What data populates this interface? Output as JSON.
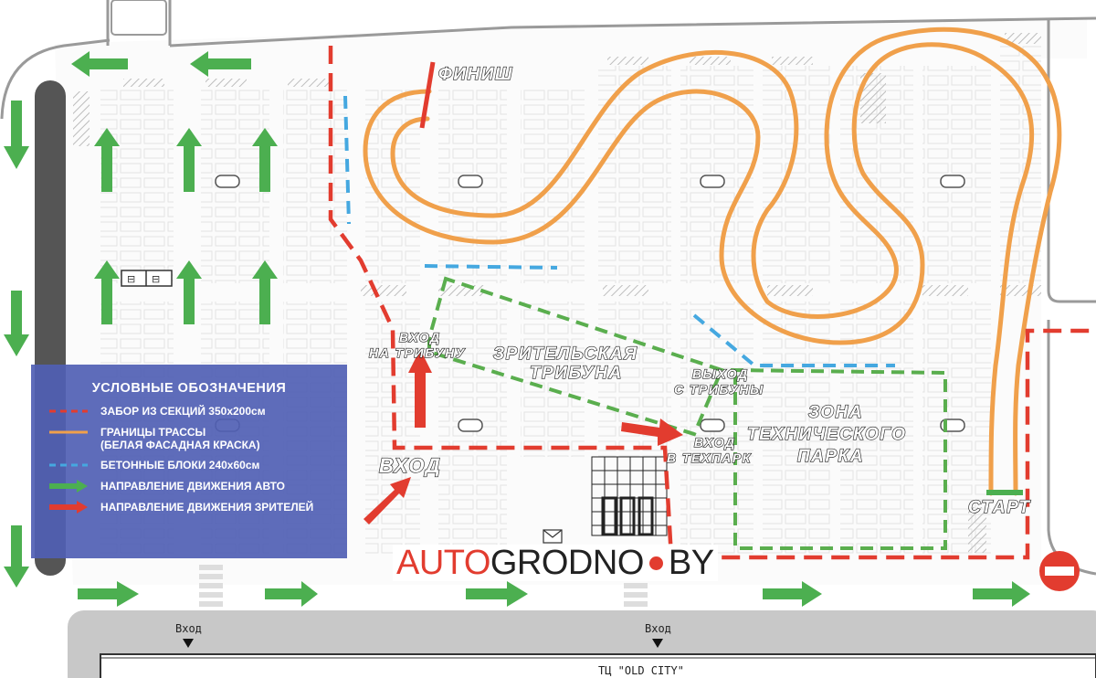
{
  "labels": {
    "finish": "ФИНИШ",
    "start": "СТАРТ",
    "entrance": "ВХОД",
    "entrance_stand_line1": "ВХОД",
    "entrance_stand_line2": "НА ТРИБУНУ",
    "stand_line1": "ЗРИТЕЛЬСКАЯ",
    "stand_line2": "ТРИБУНА",
    "exit_stand_line1": "ВЫХОД",
    "exit_stand_line2": "С ТРИБУНЫ",
    "entrance_tech_line1": "ВХОД",
    "entrance_tech_line2": "В ТЕХПАРК",
    "tech_zone_line1": "ЗОНА",
    "tech_zone_line2": "ТЕХНИЧЕСКОГО",
    "tech_zone_line3": "ПАРКА",
    "mall_entrance_1": "Вход",
    "mall_entrance_2": "Вход",
    "mall_name": "ТЦ \"OLD CITY\""
  },
  "logo": {
    "part1": "AUTO",
    "part2": "GRODNO",
    "part3": "BY"
  },
  "legend": {
    "title": "УСЛОВНЫЕ ОБОЗНАЧЕНИЯ",
    "items": [
      {
        "label_line1": "ЗАБОР ИЗ СЕКЦИЙ 350х200см",
        "label_line2": "",
        "style": "dashed",
        "color": "#e23c2f"
      },
      {
        "label_line1": "ГРАНИЦЫ ТРАССЫ",
        "label_line2": "(БЕЛАЯ ФАСАДНАЯ КРАСКА)",
        "style": "solid",
        "color": "#f0a04b"
      },
      {
        "label_line1": "БЕТОННЫЕ БЛОКИ 240х60см",
        "label_line2": "",
        "style": "dashed",
        "color": "#45a8e0"
      },
      {
        "label_line1": "НАПРАВЛЕНИЕ ДВИЖЕНИЯ АВТО",
        "label_line2": "",
        "style": "arrow",
        "color": "#4caf50"
      },
      {
        "label_line1": "НАПРАВЛЕНИЕ ДВИЖЕНИЯ ЗРИТЕЛЕЙ",
        "label_line2": "",
        "style": "arrow",
        "color": "#e23c2f"
      }
    ]
  },
  "colors": {
    "fence": "#e23c2f",
    "track": "#f0a04b",
    "blocks": "#45a8e0",
    "car_arrow": "#4caf50",
    "people_arrow": "#e23c2f",
    "tribune": "#5aae4e",
    "road": "#c8c8c8",
    "legend_bg": "#505fb4"
  },
  "icons": [
    "no-entry-sign-icon",
    "car-arrow-icon",
    "people-arrow-icon",
    "cart-icon",
    "lamp-post-icon"
  ]
}
